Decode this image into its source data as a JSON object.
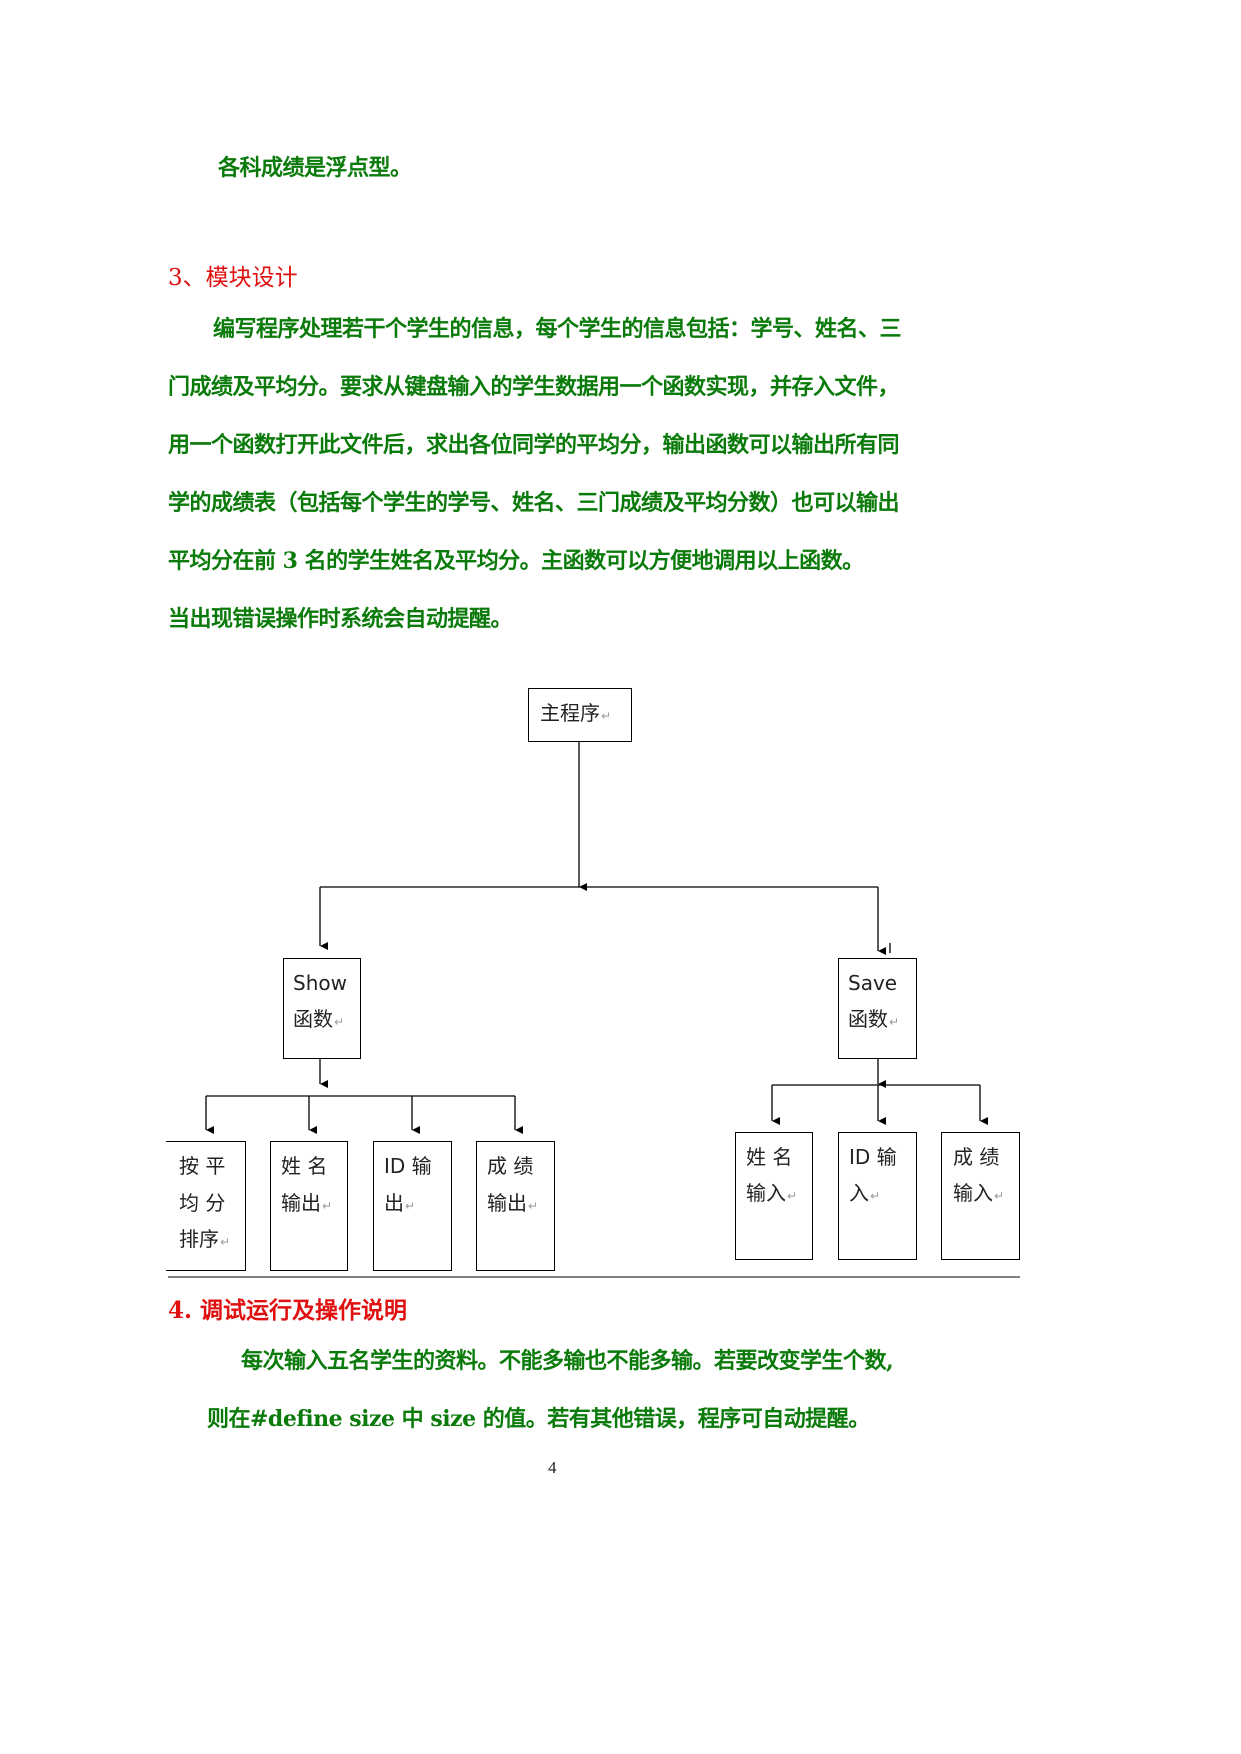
{
  "line_float": "各科成绩是浮点型。",
  "section3": {
    "heading": "3、模块设计",
    "lines": [
      "编写程序处理若干个学生的信息，每个学生的信息包括：学号、姓名、三",
      "门成绩及平均分。要求从键盘输入的学生数据用一个函数实现，并存入文件，",
      "用一个函数打开此文件后，求出各位同学的平均分，输出函数可以输出所有同",
      "学的成绩表（包括每个学生的学号、姓名、三门成绩及平均分数）也可以输出",
      "平均分在前 3 名的学生姓名及平均分。主函数可以方便地调用以上函数。",
      "当出现错误操作时系统会自动提醒。"
    ]
  },
  "diagram": {
    "root": "主程序",
    "show": {
      "line1": "Show",
      "line2": "函数"
    },
    "save": {
      "line1": "Save",
      "line2": "函数"
    },
    "show_children": [
      {
        "lines": [
          "按 平",
          "均 分",
          "排序"
        ]
      },
      {
        "lines": [
          "姓 名",
          "输出"
        ]
      },
      {
        "lines": [
          "ID 输",
          "出"
        ]
      },
      {
        "lines": [
          "成 绩",
          "输出"
        ]
      }
    ],
    "save_children": [
      {
        "lines": [
          "姓 名",
          "输入"
        ]
      },
      {
        "lines": [
          "ID 输",
          "入"
        ]
      },
      {
        "lines": [
          "成 绩",
          "输入"
        ]
      }
    ],
    "return_mark": "↵"
  },
  "section4": {
    "heading": "4. 调试运行及操作说明",
    "lines": [
      "每次输入五名学生的资料。不能多输也不能多输。若要改变学生个数,",
      "则在#define size 中 size 的值。若有其他错误，程序可自动提醒。"
    ]
  },
  "page_number": "4",
  "colors": {
    "body_text": "#0a7a0a",
    "heading": "#e01010"
  }
}
